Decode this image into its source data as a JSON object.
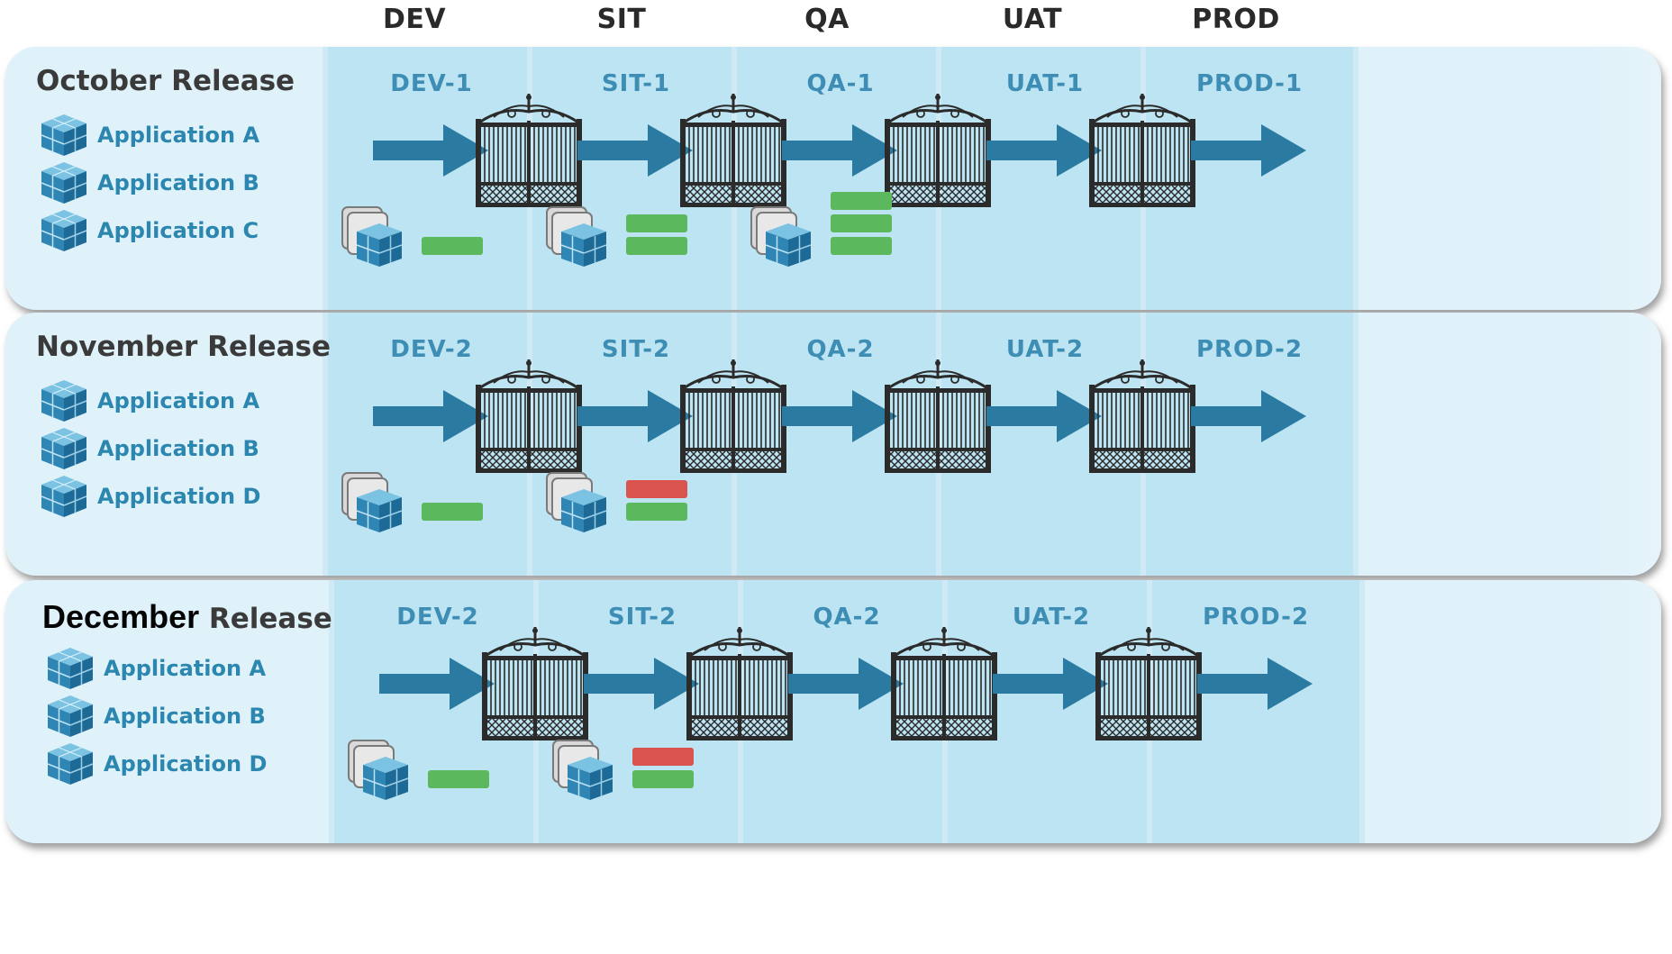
{
  "stages": [
    "DEV",
    "SIT",
    "QA",
    "UAT",
    "PROD"
  ],
  "colors": {
    "panel_bg": "#dff1f9",
    "lane_bg": "#bde4f2",
    "arrow": "#2a7aa1",
    "env_label": "#3d8db4",
    "app_label": "#2b86b0",
    "pass": "#5cb85c",
    "fail": "#d9534f",
    "gate": "#2b2b2b"
  },
  "icons": {
    "application": "cube-icon",
    "deployment": "package-stack-icon",
    "gate": "gate-icon",
    "flow": "arrow-right-icon"
  },
  "releases": [
    {
      "title_dark": "",
      "title": "October Release",
      "apps": [
        "Application A",
        "Application B",
        "Application C"
      ],
      "envs": [
        "DEV-1",
        "SIT-1",
        "QA-1",
        "UAT-1",
        "PROD-1"
      ],
      "results": [
        [
          "pass"
        ],
        [
          "pass",
          "pass"
        ],
        [
          "pass",
          "pass",
          "pass"
        ],
        [],
        []
      ]
    },
    {
      "title_dark": "",
      "title": "November Release",
      "apps": [
        "Application A",
        "Application B",
        "Application D"
      ],
      "envs": [
        "DEV-2",
        "SIT-2",
        "QA-2",
        "UAT-2",
        "PROD-2"
      ],
      "results": [
        [
          "pass"
        ],
        [
          "fail",
          "pass"
        ],
        [],
        [],
        []
      ]
    },
    {
      "title_dark": "December",
      "title": "Release",
      "apps": [
        "Application A",
        "Application B",
        "Application D"
      ],
      "envs": [
        "DEV-2",
        "SIT-2",
        "QA-2",
        "UAT-2",
        "PROD-2"
      ],
      "results": [
        [
          "pass"
        ],
        [
          "fail",
          "pass"
        ],
        [],
        [],
        []
      ]
    }
  ]
}
